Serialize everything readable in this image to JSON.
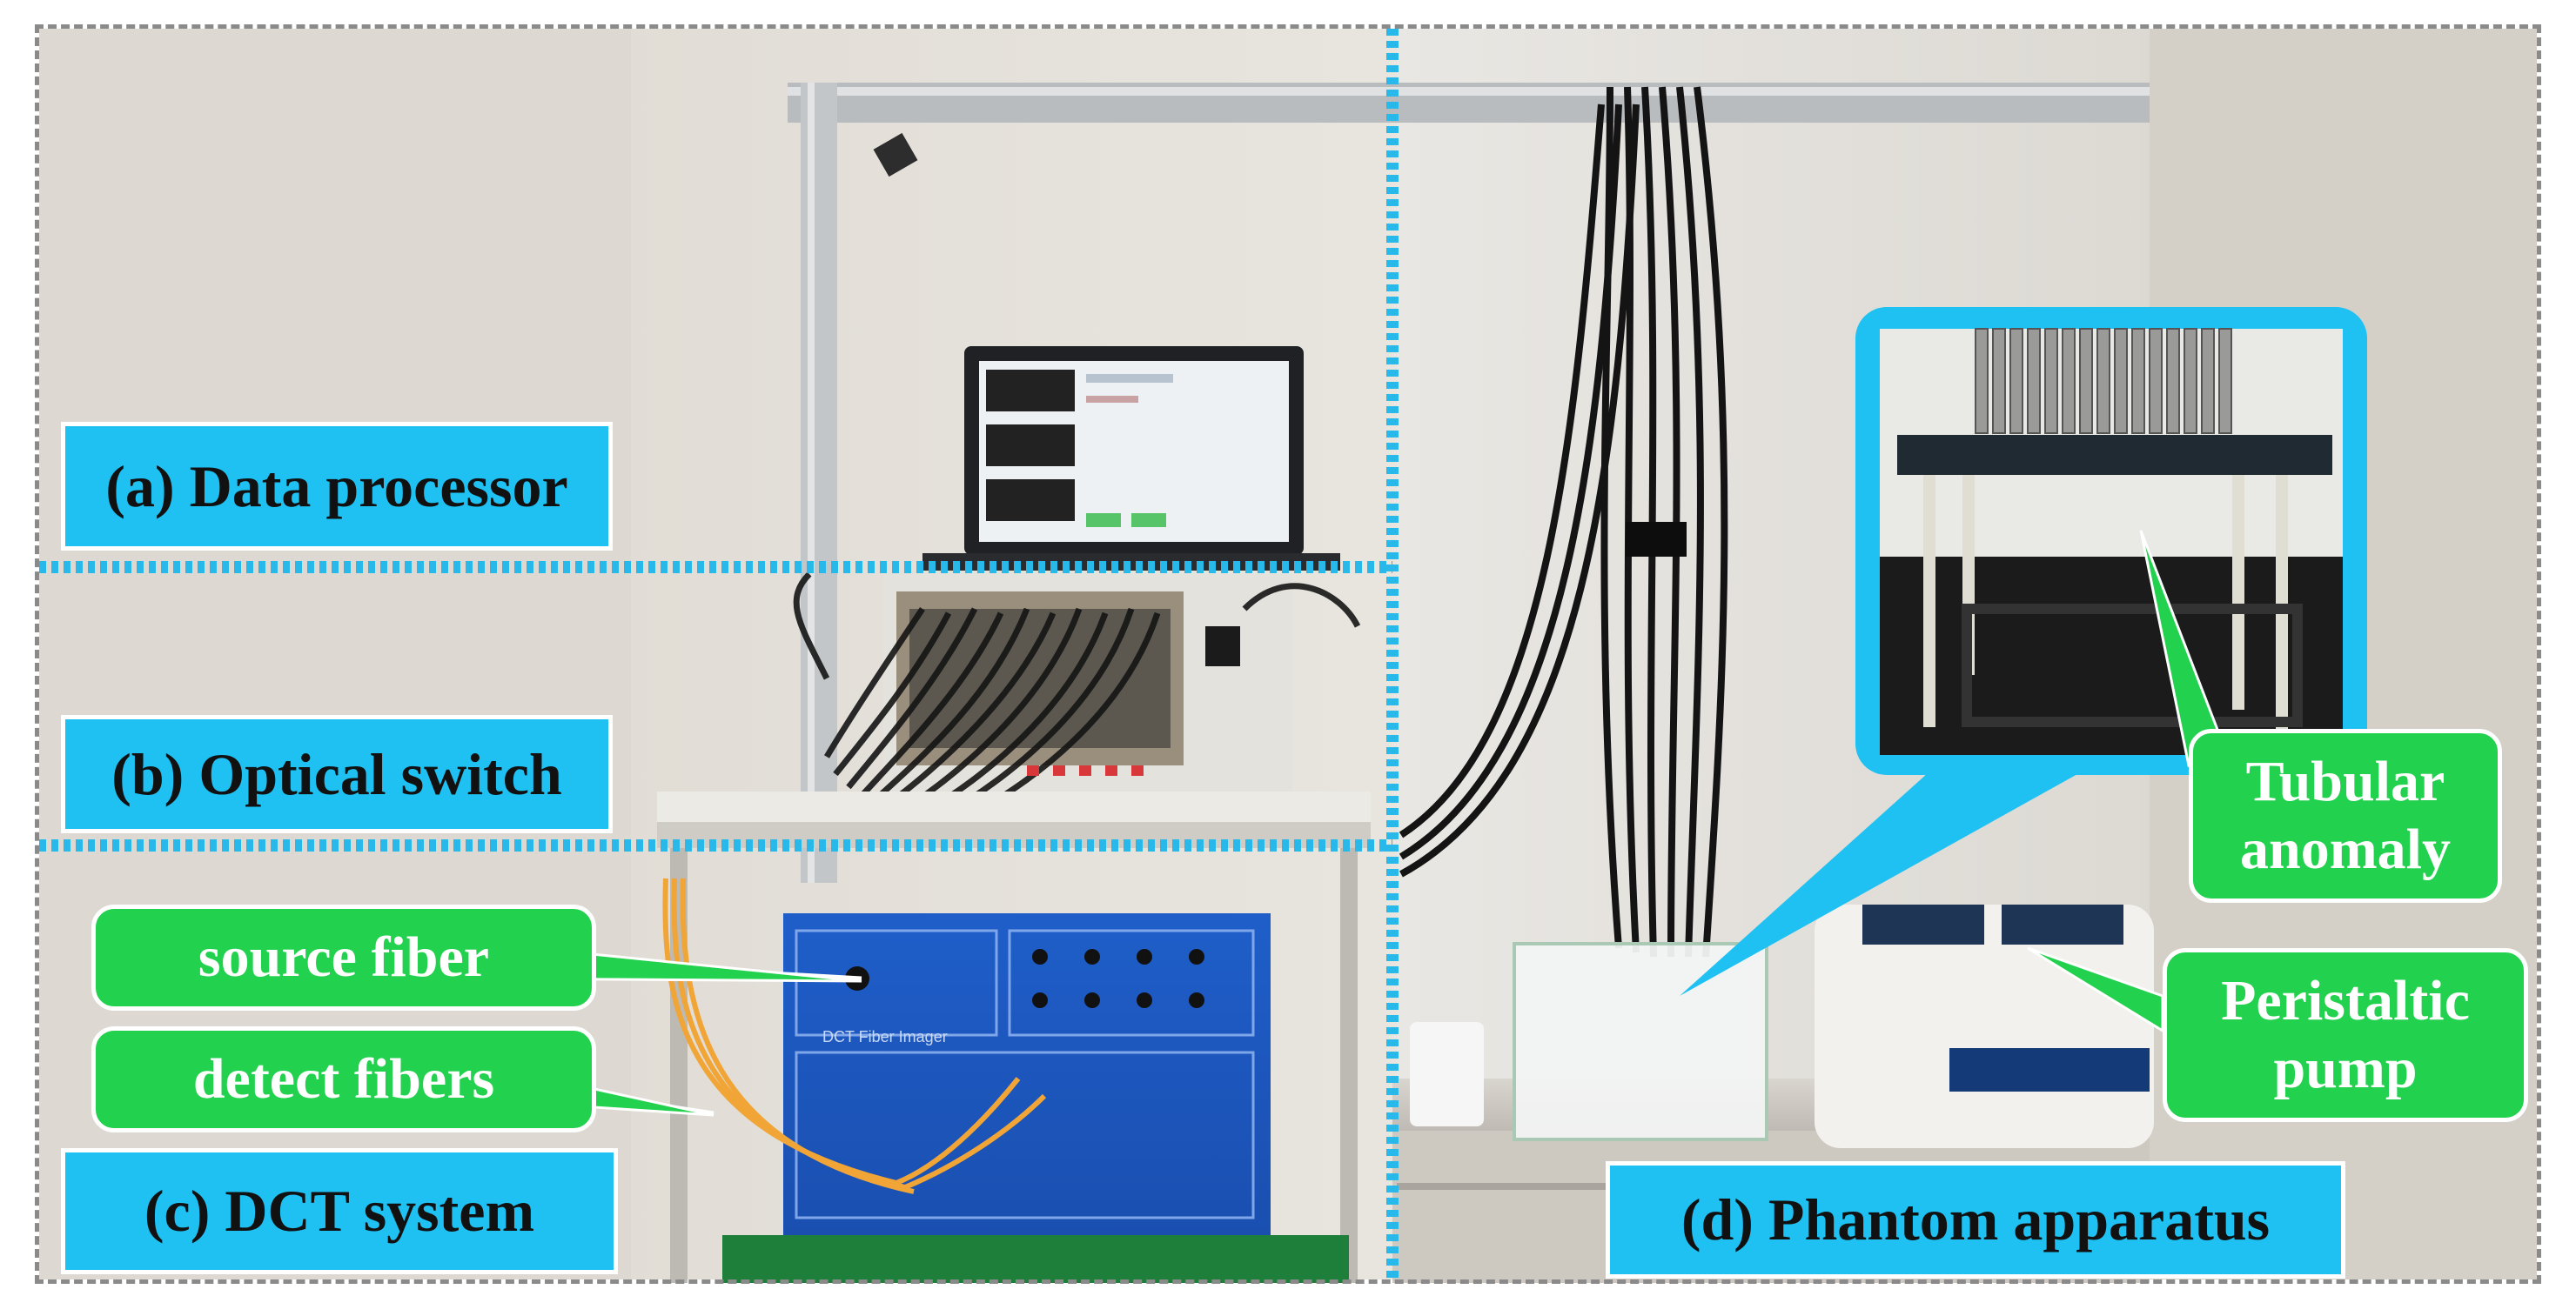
{
  "labels": {
    "data_processor": "(a) Data processor",
    "optical_switch": "(b) Optical switch",
    "dct_system": "(c) DCT system",
    "phantom_apparatus": "(d) Phantom apparatus"
  },
  "callouts": {
    "source_fiber": "source fiber",
    "detect_fibers": "detect fibers",
    "tubular_anomaly_line1": "Tubular",
    "tubular_anomaly_line2": "anomaly",
    "peristaltic_pump_line1": "Peristaltic",
    "peristaltic_pump_line2": "pump"
  },
  "device_text": {
    "dct_panel": "DCT Fiber Imager"
  },
  "colors": {
    "label_blue": "#1ec1f2",
    "callout_green": "#22d14d",
    "divider_blue": "#29b8ea",
    "frame_gray": "#8a8a8a"
  }
}
